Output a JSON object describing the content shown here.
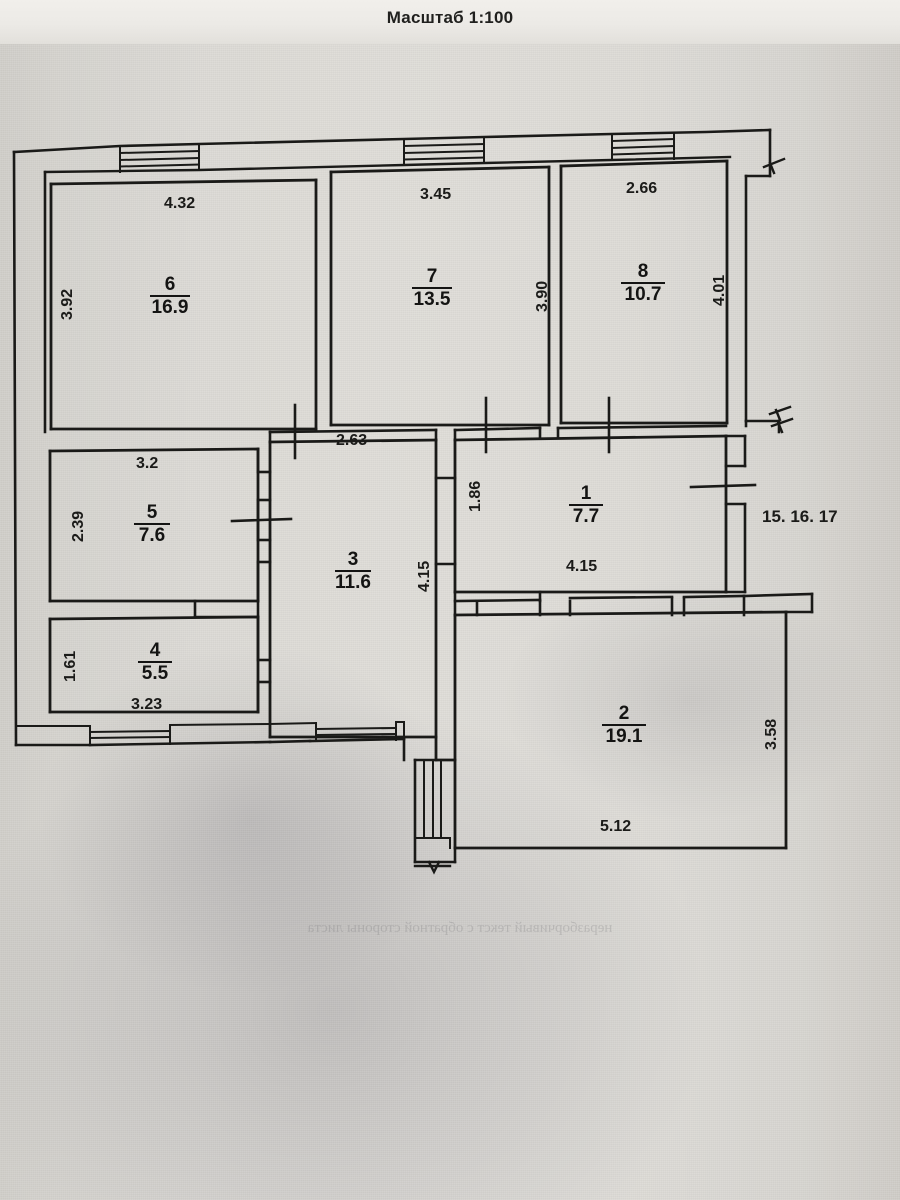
{
  "document": {
    "title": "Масштаб 1:100",
    "type": "floor-plan",
    "language": "ru"
  },
  "annotations": {
    "right_note": "15. 16. 17"
  },
  "rooms": [
    {
      "id": "room-1",
      "number": "1",
      "area": "7.7",
      "width": "4.15",
      "height": "1.86"
    },
    {
      "id": "room-2",
      "number": "2",
      "area": "19.1",
      "width": "5.12",
      "height": "3.58"
    },
    {
      "id": "room-3",
      "number": "3",
      "area": "11.6",
      "width": "2.63",
      "height": "4.15"
    },
    {
      "id": "room-4",
      "number": "4",
      "area": "5.5",
      "width": "3.23",
      "height": "1.61"
    },
    {
      "id": "room-5",
      "number": "5",
      "area": "7.6",
      "width": "3.2",
      "height": "2.39"
    },
    {
      "id": "room-6",
      "number": "6",
      "area": "16.9",
      "width": "4.32",
      "height": "3.92"
    },
    {
      "id": "room-7",
      "number": "7",
      "area": "13.5",
      "width": "3.45",
      "height": "3.90"
    },
    {
      "id": "room-8",
      "number": "8",
      "area": "10.7",
      "width": "2.66",
      "height": "4.01"
    }
  ],
  "dimensions": {
    "d_6_w": "4.32",
    "d_6_h": "3.92",
    "d_7_w": "3.45",
    "d_7_h": "3.90",
    "d_8_w": "2.66",
    "d_8_h": "4.01",
    "d_5_w": "3.2",
    "d_5_h": "2.39",
    "d_4_w": "3.23",
    "d_4_h": "1.61",
    "d_3_w": "2.63",
    "d_3_h": "4.15",
    "d_1_w": "4.15",
    "d_1_h": "1.86",
    "d_2_w": "5.12",
    "d_2_h": "3.58"
  },
  "colors": {
    "ink": "#141413",
    "paper": "#d8d6d1",
    "header": "#efedea"
  },
  "bleed_text": "неразборчивый текст с обратной стороны листа"
}
